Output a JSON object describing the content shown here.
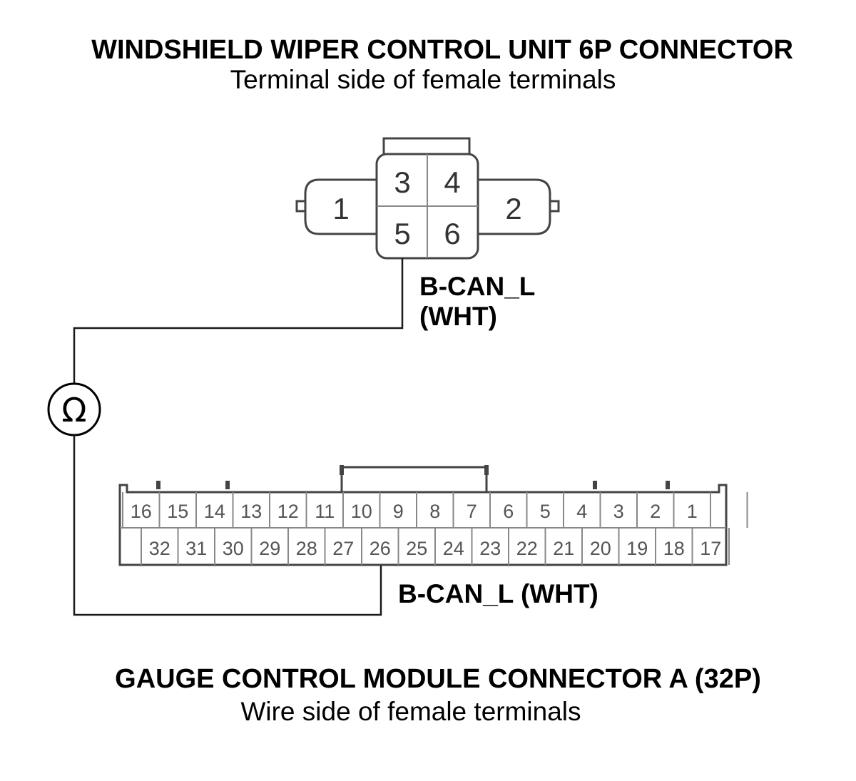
{
  "top_connector": {
    "title": "WINDSHIELD WIPER CONTROL UNIT 6P CONNECTOR",
    "subtitle": "Terminal side of female terminals",
    "pins": [
      "1",
      "2",
      "3",
      "4",
      "5",
      "6"
    ],
    "wire_label_line1": "B-CAN_L",
    "wire_label_line2": "(WHT)"
  },
  "meter": {
    "symbol": "Ω",
    "symbol_name": "ohmmeter"
  },
  "bottom_connector": {
    "title": "GAUGE CONTROL MODULE CONNECTOR A (32P)",
    "subtitle": "Wire side of female terminals",
    "top_row": [
      "16",
      "15",
      "14",
      "13",
      "12",
      "11",
      "10",
      "9",
      "8",
      "7",
      "6",
      "5",
      "4",
      "3",
      "2",
      "1"
    ],
    "bottom_row": [
      "32",
      "31",
      "30",
      "29",
      "28",
      "27",
      "26",
      "25",
      "24",
      "23",
      "22",
      "21",
      "20",
      "19",
      "18",
      "17"
    ],
    "wire_label": "B-CAN_L (WHT)"
  }
}
